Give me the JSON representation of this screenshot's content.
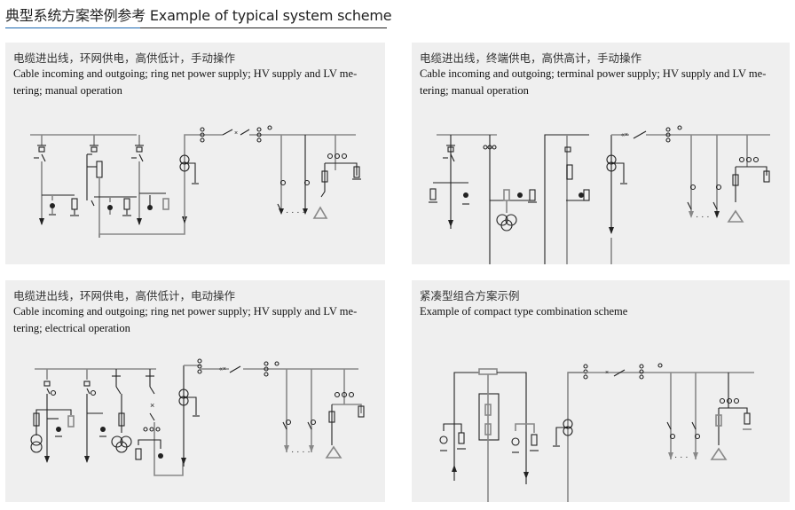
{
  "header": {
    "title": "典型系统方案举例参考  Example of typical system scheme",
    "accent_color": "#1a66b0"
  },
  "panels": [
    {
      "title_zh": "电缆进出线，环网供电，高供低计，手动操作",
      "title_en": "Cable incoming and outgoing; ring net power supply; HV supply and LV me-tering; manual operation",
      "diagram": "single-line-diagram-ring-net-manual"
    },
    {
      "title_zh": "电缆进出线，终端供电，高供高计，手动操作",
      "title_en": "Cable incoming and outgoing; terminal power supply; HV supply and LV me-tering; manual operation",
      "diagram": "single-line-diagram-terminal-manual"
    },
    {
      "title_zh": "电缆进出线，环网供电，高供低计，电动操作",
      "title_en": "Cable incoming and outgoing; ring net power supply; HV supply and LV me-tering; electrical operation",
      "diagram": "single-line-diagram-ring-net-electrical"
    },
    {
      "title_zh": "紧凑型组合方案示例",
      "title_en": "Example of compact type combination scheme",
      "diagram": "single-line-diagram-compact"
    }
  ],
  "colors": {
    "panel_bg": "#efefef",
    "line_gray": "#888888",
    "line_dark": "#222222"
  }
}
